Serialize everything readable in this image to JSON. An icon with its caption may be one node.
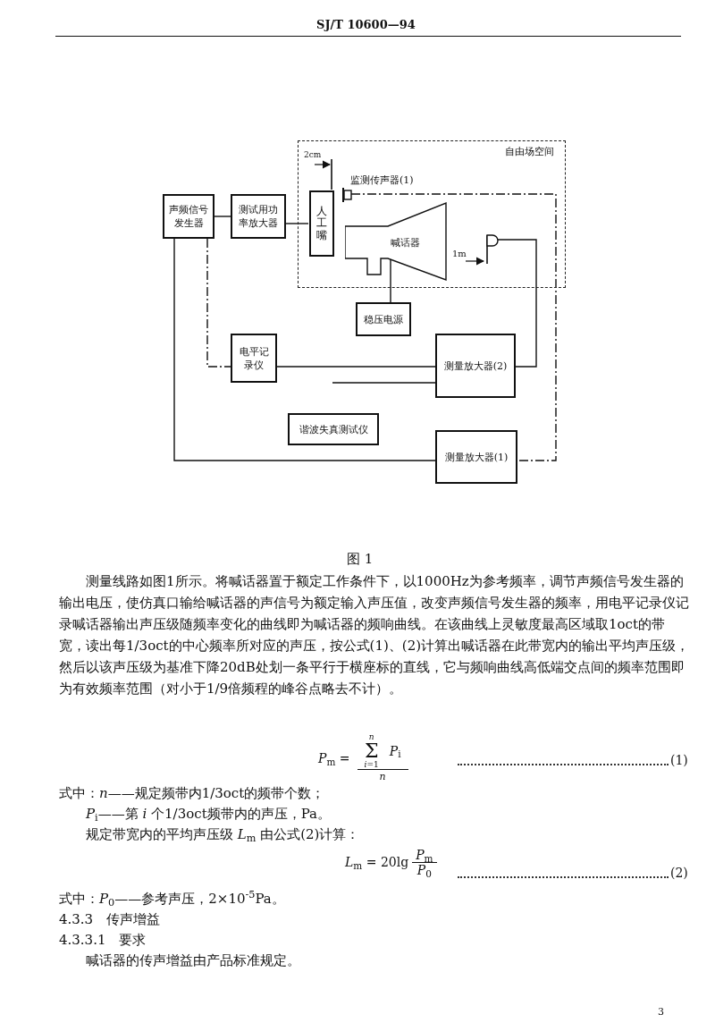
{
  "diagram": {
    "caption": "图 1",
    "nodes": [
      {
        "text": [
          "声频信号发生器"
        ]
      },
      {
        "text": [
          "测试用功率放大器"
        ]
      },
      {
        "text": [
          "自由场空间"
        ]
      },
      {
        "text": [
          "人工嘴"
        ],
        "in": 2
      },
      {
        "text": [],
        "shape": "microphone",
        "in": 2,
        "beside": [
          "监测传声器(1)"
        ]
      },
      {
        "text": [
          "喊话器"
        ],
        "in": 2
      },
      {
        "text": [],
        "shape": "microphone",
        "in": 2
      },
      {
        "text": [
          "稳压电源"
        ]
      },
      {
        "text": [
          "电平记录仪"
        ]
      },
      {
        "text": [
          "测量放大器(2)"
        ]
      },
      {
        "text": [
          "谐波失真测试仪"
        ]
      },
      {
        "text": [
          "测量放大器(1)"
        ]
      }
    ],
    "edges": [
      {
        "from": 0,
        "to": 1,
        "arrow": "none"
      },
      {
        "from": 1,
        "to": 3,
        "arrow": "none"
      },
      {
        "from": 0,
        "to": 11,
        "arrow": "none"
      },
      {
        "from": 0,
        "to": 8,
        "arrow": "none",
        "style": "dashed"
      },
      {
        "from": 8,
        "to": 9,
        "arrow": "none"
      },
      {
        "from": 9,
        "to": null,
        "arrow": "none"
      },
      {
        "from": 5,
        "to": 7,
        "arrow": "none"
      },
      {
        "from": 6,
        "to": 9,
        "arrow": "none"
      },
      {
        "from": 4,
        "to": 11,
        "arrow": "none",
        "style": "dashed"
      }
    ],
    "labels": [
      "SJ/T 10600—94",
      "2cm",
      "1m",
      "测量线路如图1所示。将喊话器置于额定工作条件下，以1000Hz为参考频率，调节声频信号发生器的输出电压，使仿真口输给喊话器的声信号为额定输入声压值，改变声频信号发生器的频率，用电平记录仪记录喊话器输出声压级随频率变化的曲线即为喊话器的频响曲线。在该曲线上灵敏度最高区域取1oct的带宽，读出每1/3oct的中心频率所对应的声压，按公式(1)、(2)计算出喊话器在此带宽内的输出平均声压级，然后以该声压级为基准下降20dB处划一条平行于横座标的直线，它与频响曲线高低端交点间的频率范围即为有效频率范围（对小于1/9倍频程的峰谷点略去不计）。",
      "*P*$_{m}$ =",
      "*n*",
      "Σ",
      "*i*=1",
      "*P*$_{i}$",
      "*n*",
      "(1)",
      "式中：*n*——规定频带内1/3oct的频带个数；",
      "*P*$_{i}$——第 *i* 个1/3oct频带内的声压，Pa。",
      "规定带宽内的平均声压级 *L*$_{m}$ 由公式(2)计算：",
      "*L*$_{m}$ = 20lg",
      "*P*$_{m}$",
      "*P*$_{0}$",
      "(2)",
      "式中：*P*$_{0}$——参考声压，2×10$^{-5}$Pa。",
      "4.3.3　传声增益",
      "4.3.3.1　要求",
      "喊话器的传声增益由产品标准规定。",
      "3"
    ]
  }
}
